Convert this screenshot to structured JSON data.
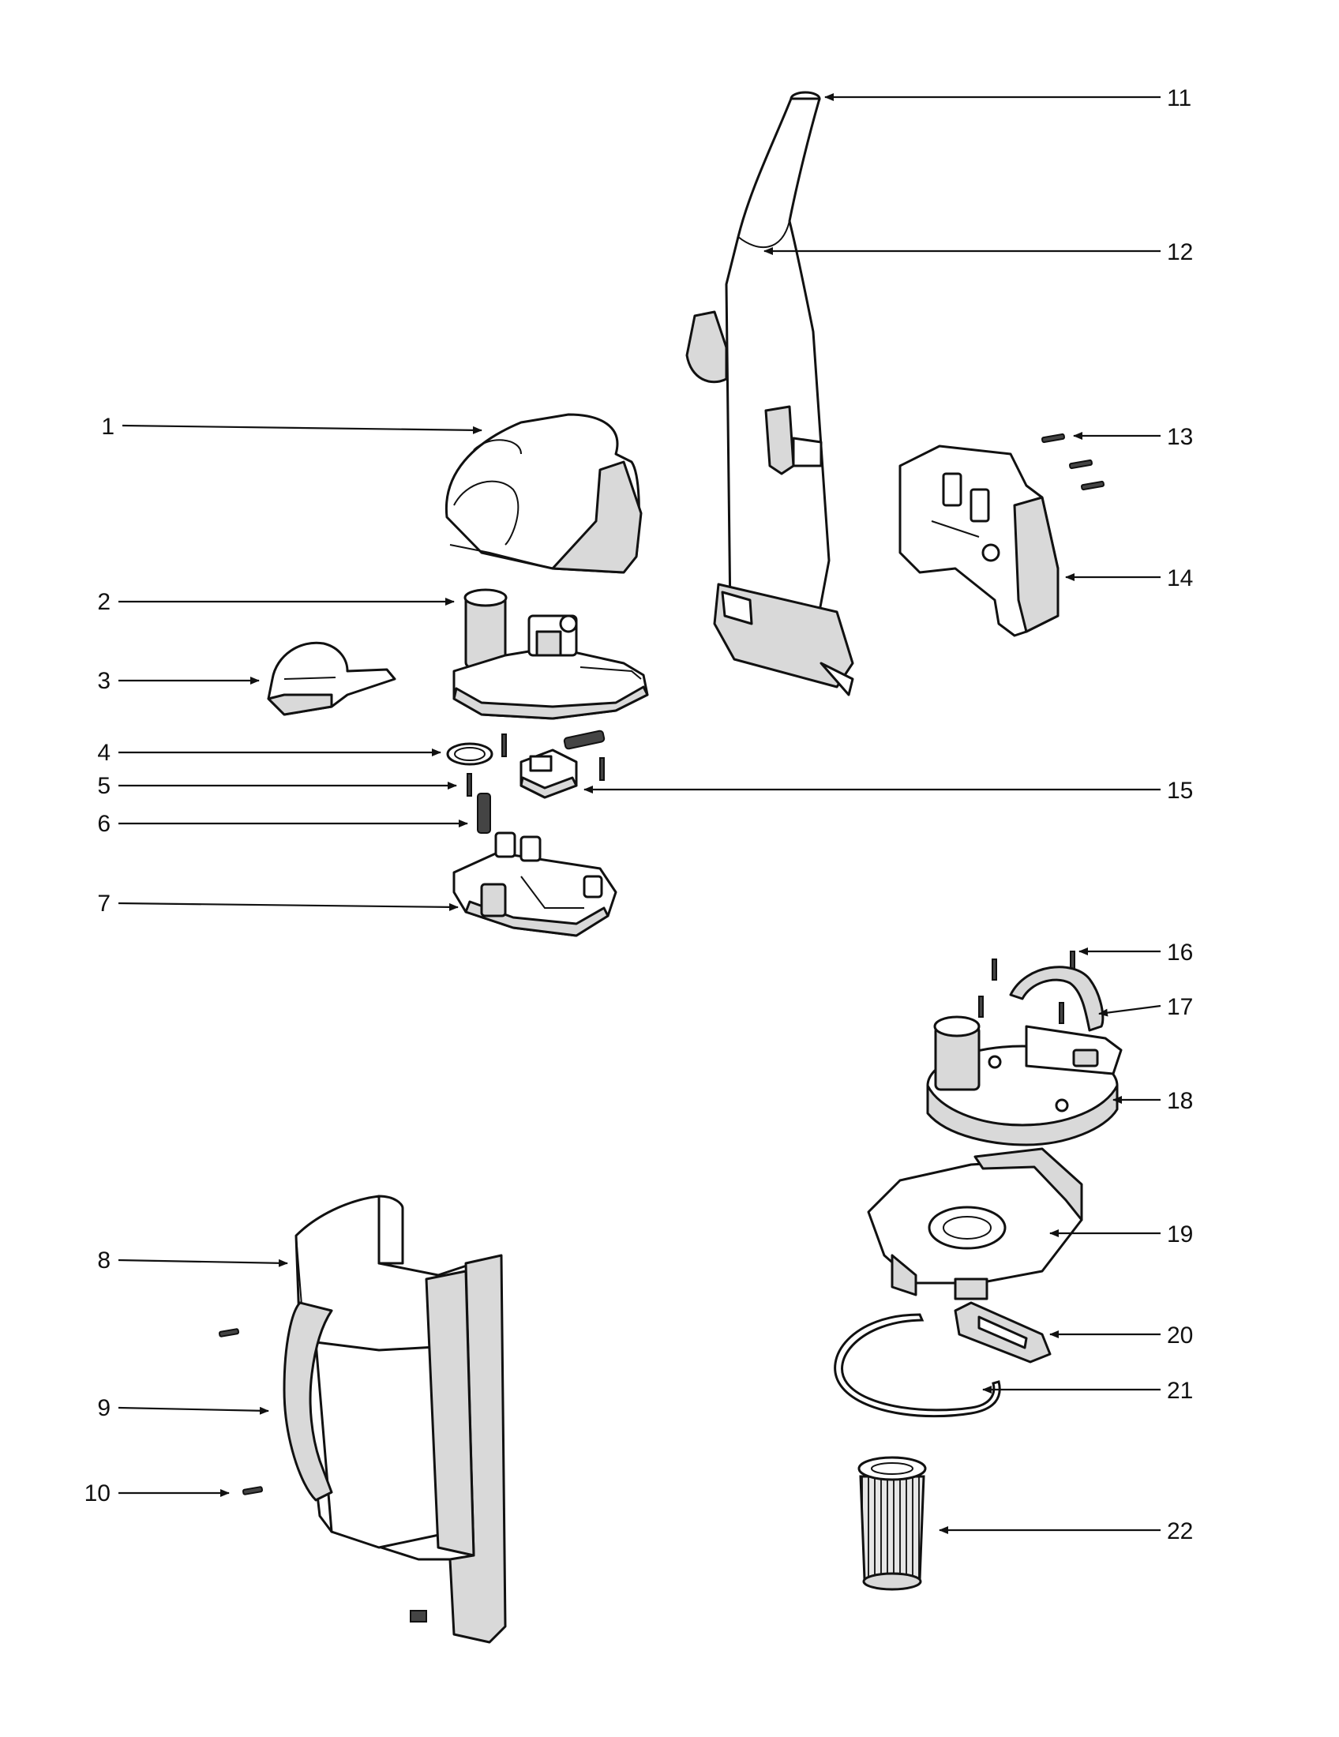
{
  "diagram": {
    "labels": [
      "1",
      "2",
      "3",
      "4",
      "5",
      "6",
      "7",
      "8",
      "9",
      "10",
      "11",
      "12",
      "13",
      "14",
      "15",
      "16",
      "17",
      "18",
      "19",
      "20",
      "21",
      "22"
    ]
  },
  "colors": {
    "ink": "#111111",
    "paper": "#ffffff",
    "shade": "#d9d9d9"
  }
}
